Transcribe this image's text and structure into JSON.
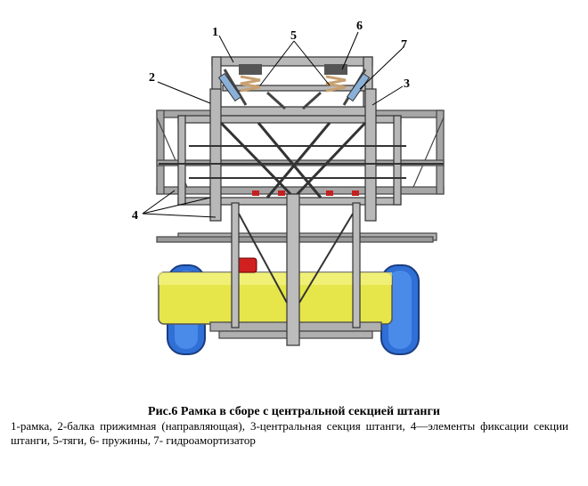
{
  "figure": {
    "callouts": [
      "1",
      "2",
      "3",
      "4",
      "5",
      "6",
      "7"
    ],
    "colors": {
      "frame": "#9a9a9a",
      "frame_dark": "#555555",
      "tank": "#e6e64a",
      "wheel": "#2f6fd6",
      "cap": "#d02020",
      "spring": "#c8a070"
    }
  },
  "caption": {
    "title": "Рис.6 Рамка в сборе с центральной секцией штанги",
    "text": "1-рамка, 2-балка прижимная (направляющая), 3-центральная секция штанги, 4—элементы фиксации секции штанги, 5-тяги, 6- пружины, 7- гидроамортизатор"
  }
}
